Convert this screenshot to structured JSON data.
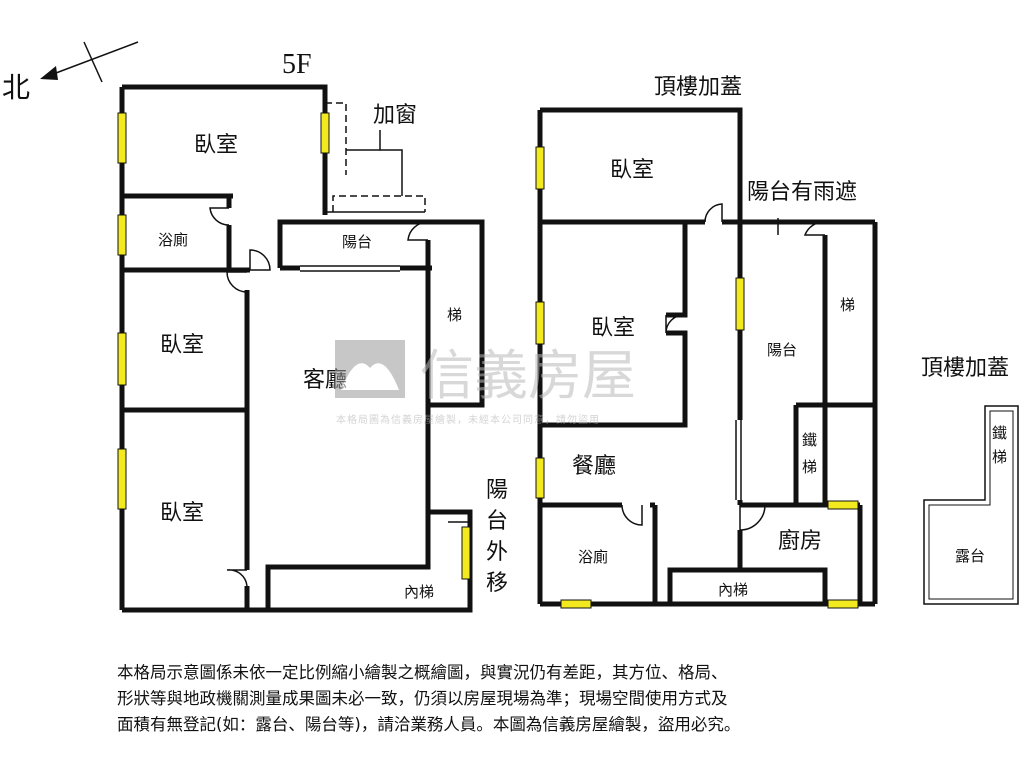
{
  "floor_label": "5F",
  "north_label": "北",
  "rooftop_title": "頂樓加蓋",
  "rooftop_small_title": "頂樓加蓋",
  "plan_5f": {
    "bedroom_top": "臥室",
    "bathroom": "浴廁",
    "bedroom_mid": "臥室",
    "bedroom_bottom": "臥室",
    "living_room": "客廳",
    "balcony": "陽台",
    "stairs": "梯",
    "inner_stairs": "內梯",
    "add_window": "加窗",
    "balcony_moved_out": [
      "陽",
      "台",
      "外",
      "移"
    ]
  },
  "plan_roof": {
    "bedroom_top": "臥室",
    "bedroom_mid": "臥室",
    "balcony_rain_cover": "陽台有雨遮",
    "balcony": "陽台",
    "stairs": "梯",
    "iron_stairs": [
      "鐵",
      "梯"
    ],
    "dining_room": "餐廳",
    "bathroom": "浴廁",
    "kitchen": "廚房",
    "inner_stairs": "內梯"
  },
  "plan_small": {
    "iron_stairs": [
      "鐵",
      "梯"
    ],
    "terrace": "露台"
  },
  "watermark": {
    "brand": "信義房屋",
    "notice": "本格局圖為信義房屋繪製，未經本公司同意，請勿盜用"
  },
  "disclaimer": [
    "本格局示意圖係未依一定比例縮小繪製之概繪圖，與實況仍有差距，其方位、格局、",
    "形狀等與地政機關測量成果圖未必一致，仍須以房屋現場為準；現場空間使用方式及",
    "面積有無登記(如：露台、陽台等)，請洽業務人員。本圖為信義房屋繪製，盜用必究。"
  ]
}
